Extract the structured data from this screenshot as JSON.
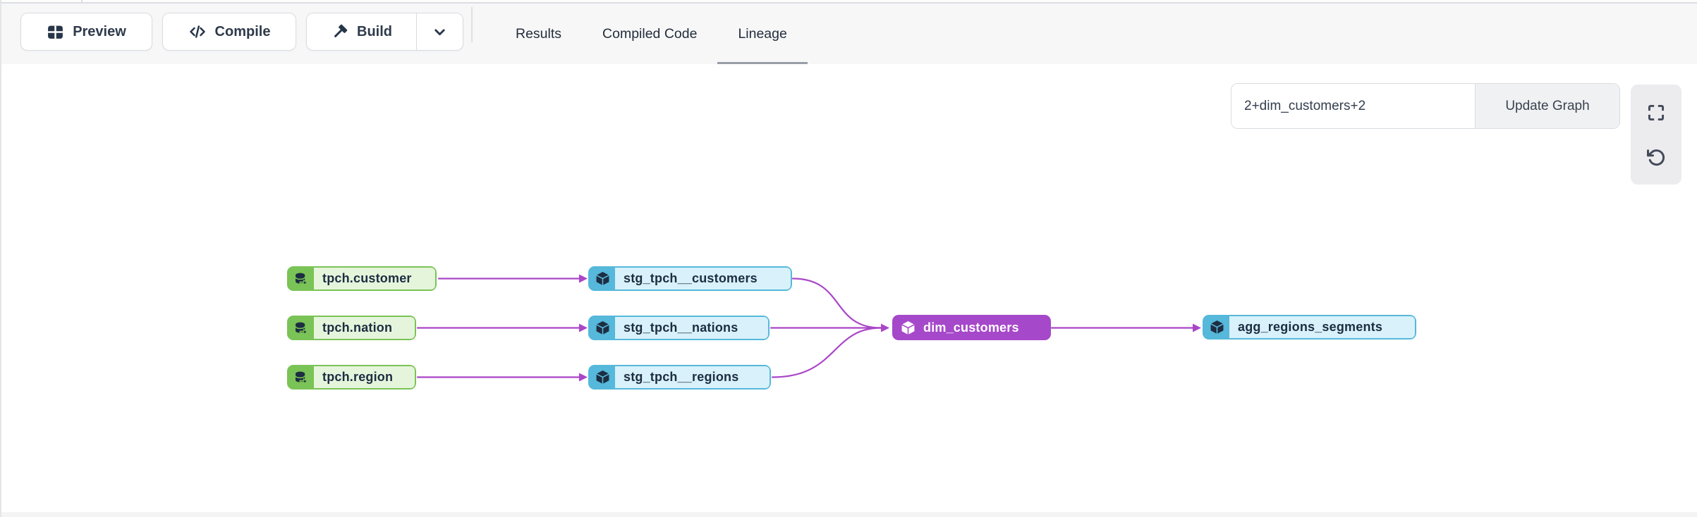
{
  "toolbar": {
    "preview_label": "Preview",
    "compile_label": "Compile",
    "build_label": "Build"
  },
  "tabs": {
    "results": "Results",
    "compiled_code": "Compiled Code",
    "lineage": "Lineage",
    "active_tab": "Lineage"
  },
  "lineage_panel": {
    "selector_value": "2+dim_customers+2",
    "update_button_label": "Update Graph",
    "controls": [
      "fullscreen-icon",
      "reset-icon"
    ],
    "nodes": [
      {
        "label": "tpch.customer",
        "type": "source"
      },
      {
        "label": "tpch.nation",
        "type": "source"
      },
      {
        "label": "tpch.region",
        "type": "source"
      },
      {
        "label": "stg_tpch__customers",
        "type": "model"
      },
      {
        "label": "stg_tpch__nations",
        "type": "model"
      },
      {
        "label": "stg_tpch__regions",
        "type": "model"
      },
      {
        "label": "dim_customers",
        "type": "model-selected"
      },
      {
        "label": "agg_regions_segments",
        "type": "model"
      }
    ],
    "edges": [
      {
        "from": "tpch.customer",
        "to": "stg_tpch__customers"
      },
      {
        "from": "tpch.nation",
        "to": "stg_tpch__nations"
      },
      {
        "from": "tpch.region",
        "to": "stg_tpch__regions"
      },
      {
        "from": "stg_tpch__customers",
        "to": "dim_customers"
      },
      {
        "from": "stg_tpch__nations",
        "to": "dim_customers"
      },
      {
        "from": "stg_tpch__regions",
        "to": "dim_customers"
      },
      {
        "from": "dim_customers",
        "to": "agg_regions_segments"
      }
    ],
    "colors": {
      "edge": "#aa46c8",
      "source_border": "#7ac356",
      "source_bg": "#e5f5db",
      "model_border": "#56b8da",
      "model_bg": "#d8f1fa",
      "selected_node": "#a648ca",
      "node_text": "#1d2d42"
    }
  }
}
